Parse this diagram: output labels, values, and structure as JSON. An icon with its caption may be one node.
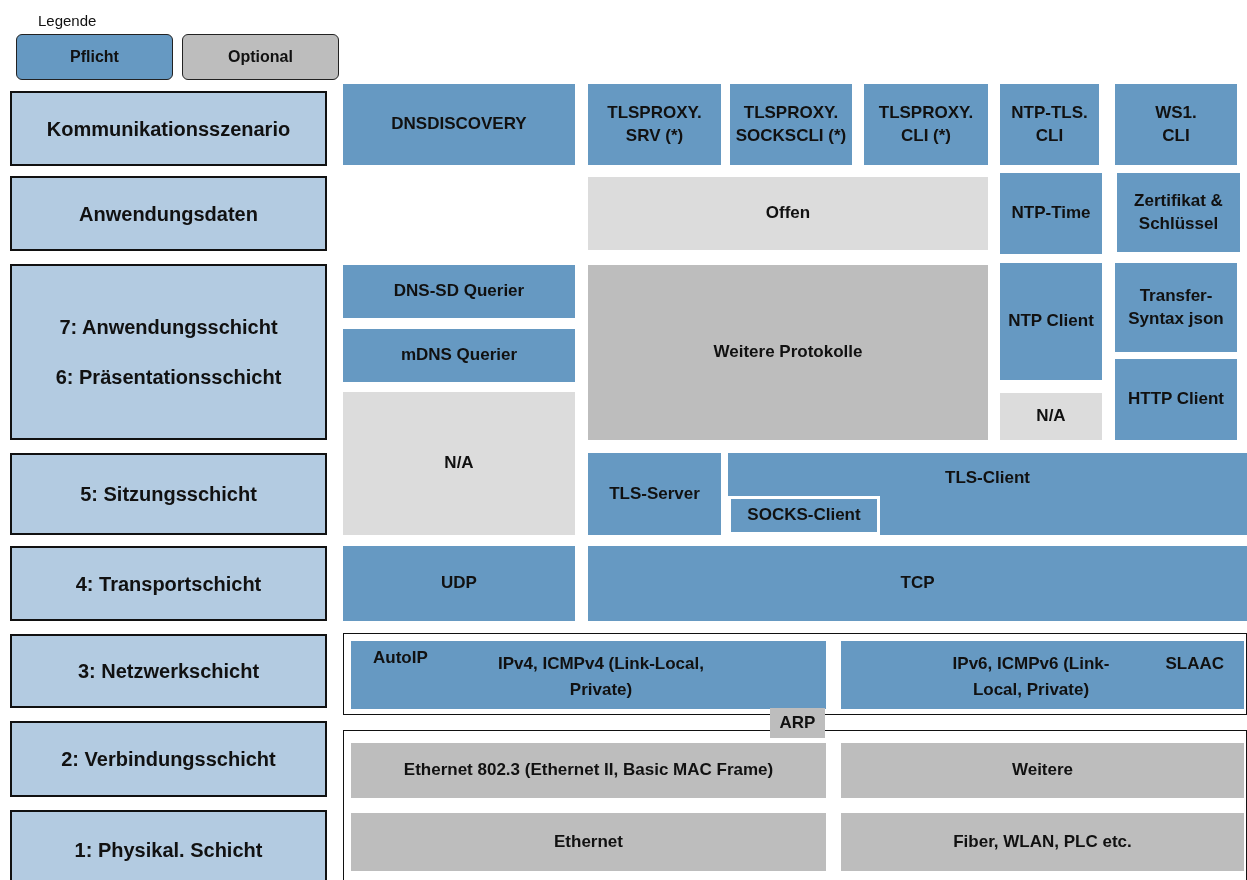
{
  "diagram": {
    "nodes": [
      {
        "text": [
          "Kommunikationsszenario"
        ]
      },
      {
        "text": [
          "DNSDISCOVERY"
        ]
      },
      {
        "text": [
          "TLSPROXY. SRV (*)"
        ]
      },
      {
        "text": [
          "TLSPROXY. SOCKSCLI (*)"
        ]
      },
      {
        "text": [
          "TLSPROXY. CLI (*)"
        ]
      },
      {
        "text": [
          "NTP-TLS. CLI"
        ]
      },
      {
        "text": [
          "WS1. CLI"
        ]
      },
      {
        "text": [
          "Anwendungsdaten"
        ]
      },
      {
        "text": [
          "Offen"
        ]
      },
      {
        "text": [
          "NTP-Time"
        ]
      },
      {
        "text": [
          "Zertifikat & Schlüssel"
        ]
      },
      {
        "text": [
          "7: Anwendungsschicht",
          "6: Präsentationsschicht"
        ]
      },
      {
        "text": [
          "DNS-SD Querier"
        ]
      },
      {
        "text": [
          "Weitere Protokolle"
        ]
      },
      {
        "text": [
          "NTP Client"
        ]
      },
      {
        "text": [
          "Transfer-Syntax json"
        ]
      },
      {
        "text": [
          "mDNS Querier"
        ]
      },
      {
        "text": [
          "N/A"
        ]
      },
      {
        "text": [
          "HTTP Client"
        ]
      },
      {
        "text": [
          "N/A"
        ]
      },
      {
        "text": [
          "5: Sitzungsschicht"
        ]
      },
      {
        "text": [
          "TLS-Server"
        ]
      },
      {
        "text": [
          "TLS-Client"
        ]
      },
      {
        "text": [
          "SOCKS-Client"
        ],
        "in": 22
      },
      {
        "text": [
          "4: Transportschicht"
        ]
      },
      {
        "text": [
          "UDP"
        ]
      },
      {
        "text": [
          "TCP"
        ]
      },
      {
        "text": [
          "3: Netzwerkschicht"
        ]
      },
      {
        "text": [],
        "shape": "box"
      },
      {
        "text": [
          "AutoIP",
          "IPv4, ICMPv4 (Link-Local, Private)"
        ],
        "in": 28
      },
      {
        "text": [
          "IPv6, ICMPv6 (Link-Local, Private)",
          "SLAAC"
        ],
        "in": 28
      },
      {
        "text": [
          "ARP"
        ]
      },
      {
        "text": [
          "2: Verbindungsschicht"
        ]
      },
      {
        "text": [],
        "shape": "box"
      },
      {
        "text": [
          "Ethernet 802.3 (Ethernet II, Basic MAC Frame)"
        ],
        "in": 33
      },
      {
        "text": [
          "Weitere"
        ],
        "in": 33
      },
      {
        "text": [
          "1: Physikal. Schicht"
        ]
      },
      {
        "text": [
          "Ethernet"
        ],
        "in": 33
      },
      {
        "text": [
          "Fiber, WLAN, PLC etc."
        ],
        "in": 33
      }
    ],
    "labels": [
      "Legende"
    ],
    "legend": [
      {
        "text": "Pflicht",
        "color": "#6699c2"
      },
      {
        "text": "Optional",
        "color": "#bdbdbd"
      }
    ]
  }
}
